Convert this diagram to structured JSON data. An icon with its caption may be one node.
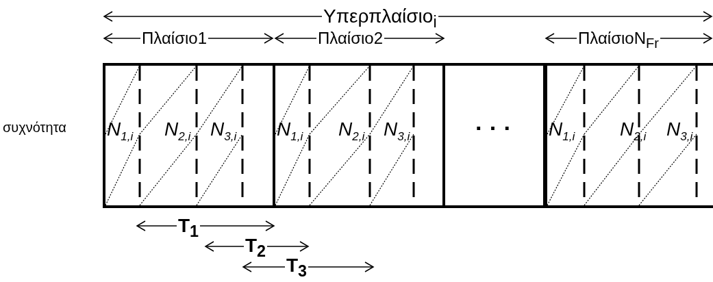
{
  "diagram": {
    "nodes": [
      {
        "text": [
          "N$_{1,i}$",
          "N$_{2,i}$",
          "N$_{3,i}$"
        ]
      },
      {
        "text": [
          "N$_{1,i}$",
          "N$_{2,i}$",
          "N$_{3,i}$"
        ]
      },
      {
        "text": [
          "· · ·"
        ]
      },
      {
        "text": [
          "N$_{1,i}$",
          "N$_{2,i}$",
          "N$_{3,i}$"
        ]
      }
    ],
    "labels": [
      "Υπερπλαίσιο$_{i}$",
      "Πλαίσιο1",
      "Πλαίσιο2",
      "ΠλαίσιοN$_{Fr}$",
      "συχνότητα",
      "T$_{1}$",
      "T$_{2}$",
      "T$_{3}$"
    ]
  }
}
